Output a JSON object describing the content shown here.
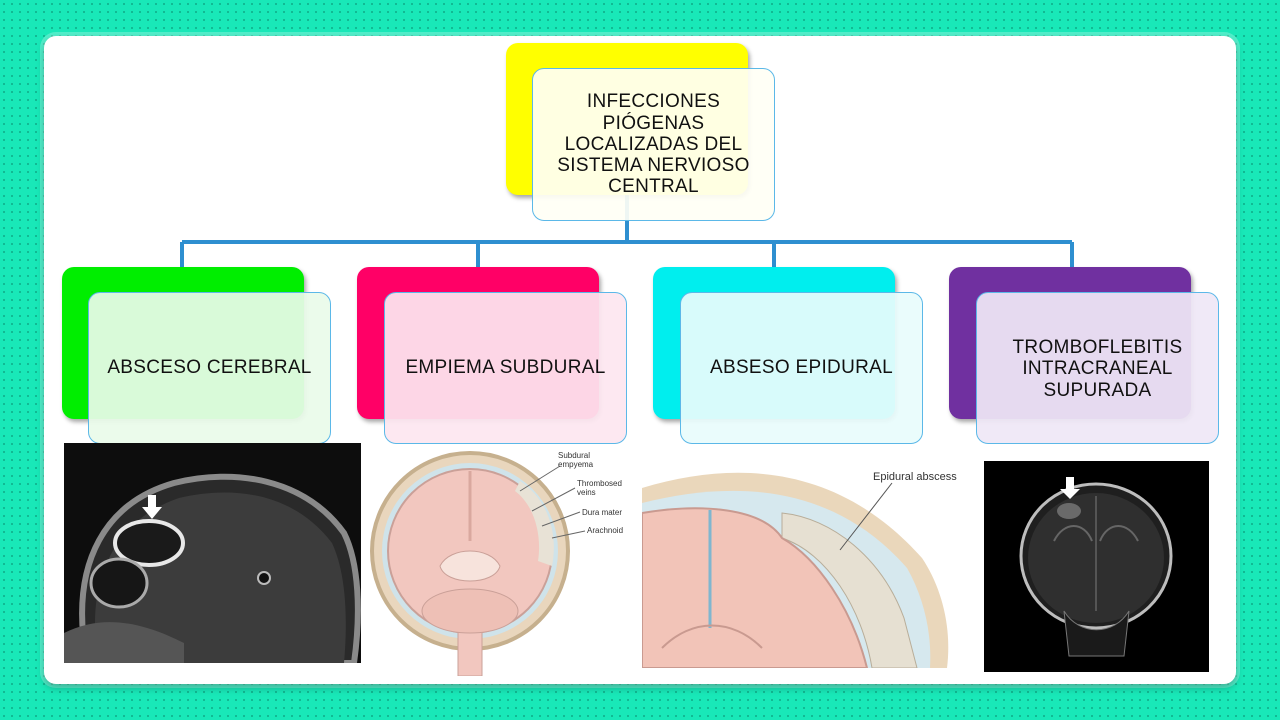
{
  "root": {
    "label": "INFECCIONES\nPIÓGENAS\nLOCALIZADAS DEL\nSISTEMA NERVIOSO\nCENTRAL",
    "color": "#ffff00"
  },
  "branches": [
    {
      "label": "ABSCESO CEREBRAL",
      "color": "#00ee00",
      "tint": "#e9fbe9"
    },
    {
      "label": "EMPIEMA SUBDURAL",
      "color": "#ff0066",
      "tint": "#fde6f0"
    },
    {
      "label": "ABSESO EPIDURAL",
      "color": "#00eeee",
      "tint": "#e8fcfc"
    },
    {
      "label": "TROMBOFLEBITIS\nINTRACRANEAL\nSUPURADA",
      "color": "#7030a0",
      "tint": "#efe7f6"
    }
  ],
  "images": {
    "subdural": {
      "labels": [
        "Subdural\nempyema",
        "Thrombosed\nveins",
        "Dura mater",
        "Arachnoid"
      ]
    },
    "epidural": {
      "label": "Epidural abscess"
    }
  },
  "connector_color": "#2e8fd0"
}
